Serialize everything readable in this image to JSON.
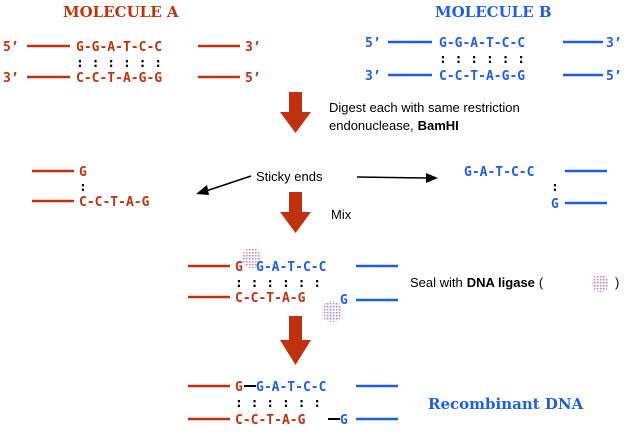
{
  "colors": {
    "molecule_a": "#c0320e",
    "molecule_b": "#1e5fe0",
    "arrow": "#c0320e",
    "text": "#000000",
    "ligase": "#c27bd6"
  },
  "molecule_a": {
    "title": "MOLECULE A",
    "label_5": "5’",
    "label_3": "3’",
    "top_strand": "G-G-A-T-C-C",
    "bottom_strand": "C-C-T-A-G-G",
    "bonds": ": : : : : :"
  },
  "molecule_b": {
    "title": "MOLECULE B",
    "label_5": "5’",
    "label_3": "3’",
    "top_strand": "G-G-A-T-C-C",
    "bottom_strand": "C-C-T-A-G-G",
    "bonds": ": : : : : :"
  },
  "step_digest": {
    "line1": "Digest each with same restriction",
    "line2_prefix": "endonuclease,",
    "enzyme": "BamHI"
  },
  "sticky": {
    "label": "Sticky ends",
    "a_top": "G",
    "a_bottom": "C-C-T-A-G",
    "b_top": "G-A-T-C-C",
    "b_bottom": "G",
    "bond": ":"
  },
  "step_mix": {
    "label": "Mix"
  },
  "annealed": {
    "a_top": "G",
    "b_top": "G-A-T-C-C",
    "a_bottom": "C-C-T-A-G",
    "b_bottom": "G",
    "bonds": ": : : : : :"
  },
  "step_seal": {
    "prefix": "Seal with",
    "enzyme": "DNA ligase",
    "open_paren": "(",
    "close_paren": ")"
  },
  "recombinant": {
    "a_top": "G",
    "b_top": "G-A-T-C-C",
    "a_bottom": "C-C-T-A-G",
    "b_bottom": "G",
    "bonds": ": : : : : :",
    "label": "Recombinant DNA"
  }
}
